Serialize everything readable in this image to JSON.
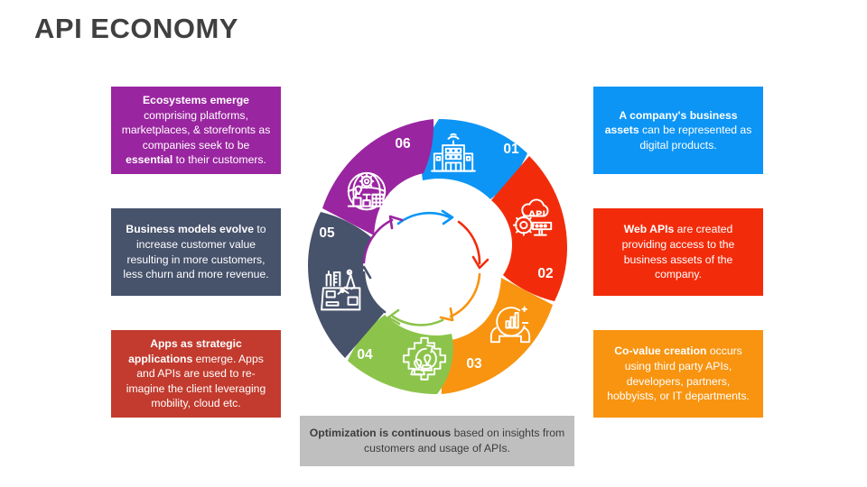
{
  "slide": {
    "title": "API ECONOMY",
    "background": "#ffffff",
    "title_color": "#404040"
  },
  "colors": {
    "blue": "#0D95F5",
    "red": "#F22C0B",
    "orange": "#F89410",
    "green": "#8CC44B",
    "slate": "#47526B",
    "purple": "#9A25A0",
    "brick": "#C23B2E",
    "gray": "#BFBFBF",
    "white": "#FFFFFF"
  },
  "callouts": [
    {
      "id": "01",
      "color": "#0D95F5",
      "text_color": "#FFFFFF",
      "bold_text": "A company's business assets",
      "rest_text": " can be represented as digital products.",
      "full_text": "A company's business assets can be represented as digital products."
    },
    {
      "id": "02",
      "color": "#F22C0B",
      "text_color": "#FFFFFF",
      "bold_text": "Web APIs",
      "rest_text": " are created providing access to the business assets of the company.",
      "full_text": "Web APIs are created providing access to the business assets of the company."
    },
    {
      "id": "03",
      "color": "#F89410",
      "text_color": "#FFFFFF",
      "bold_text": "Co-value creation",
      "rest_text": " occurs using third party APIs, developers, partners, hobbyists, or IT departments.",
      "full_text": "Co-value creation occurs using third party APIs, developers, partners, hobbyists, or IT departments."
    },
    {
      "id": "04",
      "color": "#C23B2E",
      "text_color": "#FFFFFF",
      "bold_text": "Apps as strategic applications",
      "rest_text": " emerge. Apps and APIs are used to re-imagine the client leveraging mobility, cloud etc.",
      "full_text": "Apps as strategic applications emerge. Apps and APIs are used to re-imagine the client leveraging mobility, cloud etc."
    },
    {
      "id": "05",
      "color": "#47526B",
      "text_color": "#FFFFFF",
      "bold_text": "Business models evolve",
      "rest_text": " to increase customer value resulting in more customers, less churn and more revenue.",
      "full_text": "Business models evolve to increase customer value resulting in more customers, less churn and more revenue."
    },
    {
      "id": "06",
      "color": "#9A25A0",
      "text_color": "#FFFFFF",
      "bold_text_1": "Ecosystems emerge",
      "mid_text": " comprising platforms, marketplaces, & storefronts as companies seek to be ",
      "bold_text_2": "essential",
      "end_text": " to their customers.",
      "full_text": "Ecosystems emerge comprising platforms, marketplaces, & storefronts as companies seek to be essential to their customers."
    },
    {
      "id": "07",
      "color": "#BFBFBF",
      "text_color": "#3D3D3D",
      "bold_text": "Optimization is continuous",
      "rest_text": " based on insights from customers and usage of APIs.",
      "full_text": "Optimization is continuous based on insights from customers and usage of APIs."
    }
  ],
  "wheel": {
    "segments": [
      {
        "number": "01",
        "color": "#0D95F5",
        "icon": "office-building-wifi-icon",
        "label_position": "right"
      },
      {
        "number": "02",
        "color": "#F22C0B",
        "icon": "api-cloud-server-gear-icon",
        "label_position": "bottom-right"
      },
      {
        "number": "03",
        "color": "#F89410",
        "icon": "hands-holding-bar-chart-icon",
        "label_position": "bottom"
      },
      {
        "number": "04",
        "color": "#8CC44B",
        "icon": "gear-chess-strategy-icon",
        "label_position": "bottom-left"
      },
      {
        "number": "05",
        "color": "#47526B",
        "icon": "blueprint-compass-icon",
        "label_position": "left"
      },
      {
        "number": "06",
        "color": "#9A25A0",
        "icon": "globe-gear-ecosystem-icon",
        "label_position": "top"
      }
    ],
    "inner_ring_arrow_colors": [
      "#0D95F5",
      "#F22C0B",
      "#F89410",
      "#8CC44B",
      "#47526B",
      "#9A25A0"
    ],
    "inner_ring_label": "cycle-arrow-ring"
  }
}
